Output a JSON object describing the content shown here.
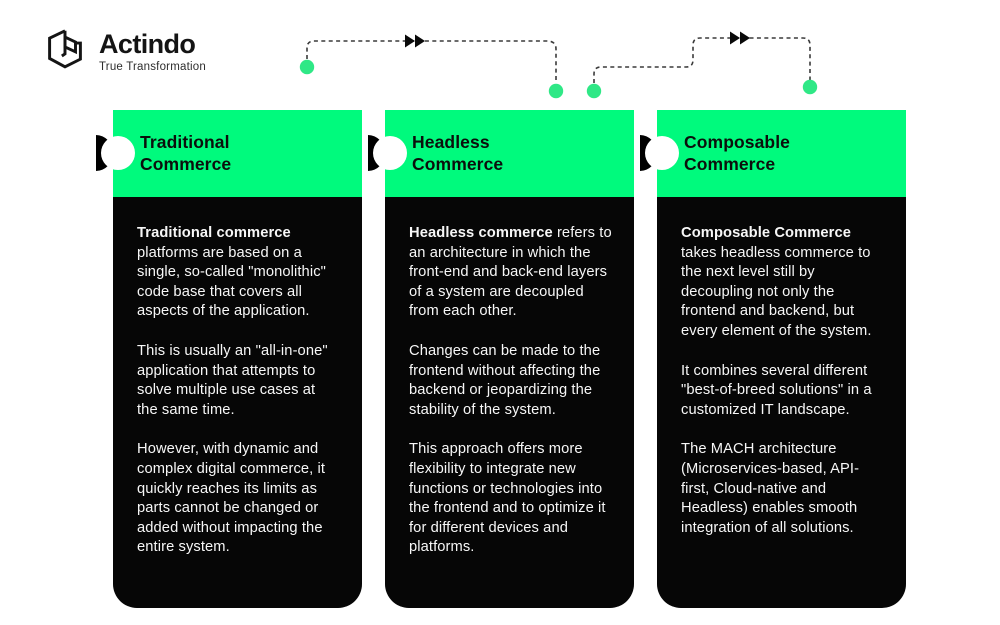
{
  "brand": {
    "name": "Actindo",
    "tagline": "True Transformation"
  },
  "colors": {
    "accent_green": "#00FA7D",
    "dot_green": "#2FE886",
    "card_black": "#060606",
    "line_gray": "#3A3A3A",
    "background": "#FFFFFF"
  },
  "flow": {
    "line_style": "dashed",
    "arrow_icon": "double-chevron-right-icon",
    "dot_icon": "connector-dot"
  },
  "cards": [
    {
      "title_line1": "Traditional",
      "title_line2": "Commerce",
      "paragraphs": [
        {
          "bold": "Traditional commerce",
          "rest": " platforms are based on a single, so-called \"monolithic\" code base that covers all aspects of the application."
        },
        {
          "text": "This is usually an \"all-in-one\" application that attempts to solve multiple use cases at the same time."
        },
        {
          "text": "However, with dynamic and complex digital commerce, it quickly reaches its limits as parts cannot be changed or added without impacting the entire system."
        }
      ]
    },
    {
      "title_line1": "Headless",
      "title_line2": "Commerce",
      "paragraphs": [
        {
          "bold": "Headless commerce",
          "rest": " refers to an architecture in which the front-end and back-end layers of a system are decoupled from each other."
        },
        {
          "text": "Changes can be made to the frontend without affecting the backend or jeopardizing the stability of the system."
        },
        {
          "text": "This approach offers more flexibility to integrate new functions or technologies into the frontend and to optimize it for different devices and platforms."
        }
      ]
    },
    {
      "title_line1": "Composable",
      "title_line2": "Commerce",
      "paragraphs": [
        {
          "bold": "Composable Commerce",
          "rest": " takes headless commerce to the next level still by decoupling not only the frontend and backend, but every element of the system."
        },
        {
          "text": "It combines several different \"best-of-breed solutions\" in a customized IT landscape."
        },
        {
          "text": "The MACH architecture (Microservices-based, API-first, Cloud-native and Headless) enables smooth integration of all solutions."
        }
      ]
    }
  ]
}
